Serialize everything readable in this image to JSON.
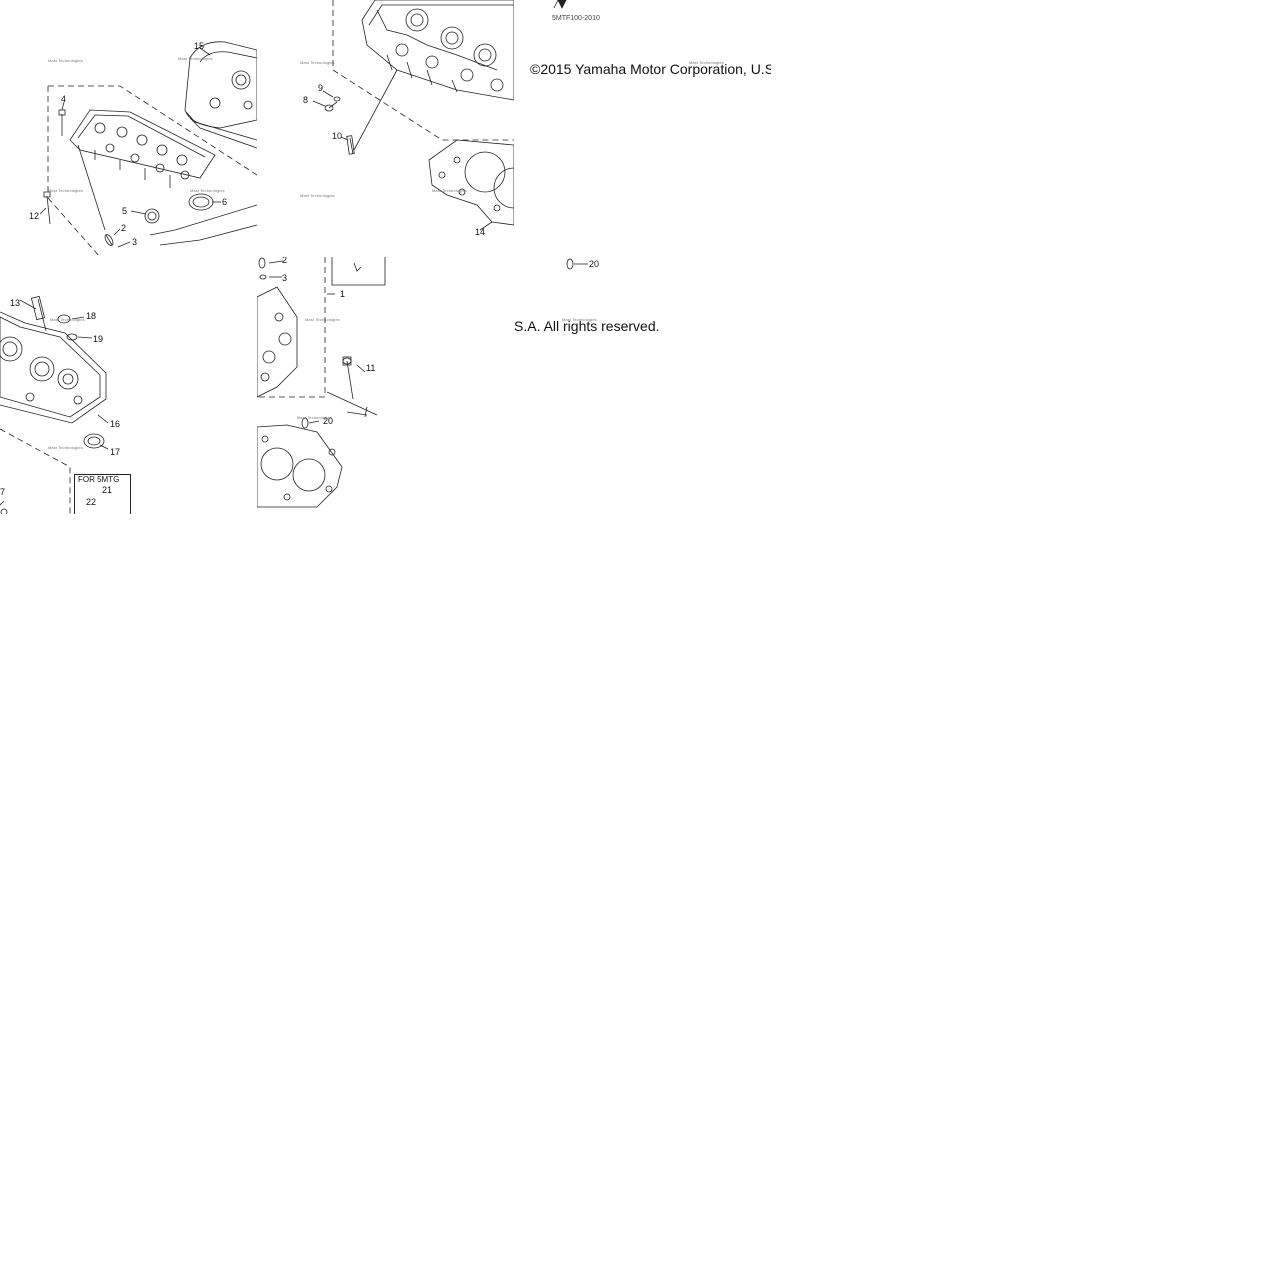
{
  "diagram": {
    "part_code": "5MTF100-2010",
    "copyright_part_1": "©2015 Yamaha Motor Corporation, U.S",
    "copyright_part_2": "S.A. All rights reserved.",
    "variant_note": "FOR 5MTG",
    "watermark_text": "Mast Technologies",
    "callouts": {
      "c1": "1",
      "c2a": "2",
      "c2b": "2",
      "c3a": "3",
      "c3b": "3",
      "c4": "4",
      "c5": "5",
      "c6": "6",
      "c7": "7",
      "c8": "8",
      "c9": "9",
      "c10": "10",
      "c11": "11",
      "c12": "12",
      "c13": "13",
      "c14": "14",
      "c15": "15",
      "c16": "16",
      "c17": "17",
      "c18": "18",
      "c19": "19",
      "c20a": "20",
      "c20b": "20",
      "c21": "21",
      "c22": "22"
    }
  }
}
